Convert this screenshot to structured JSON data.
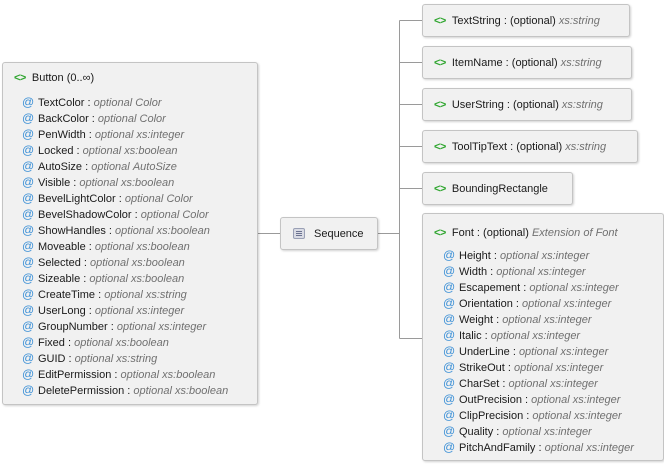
{
  "button": {
    "title": "Button (0..∞)",
    "icon": "element-icon",
    "attributes": [
      {
        "name": "TextColor",
        "occ": "optional",
        "type": "Color"
      },
      {
        "name": "BackColor",
        "occ": "optional",
        "type": "Color"
      },
      {
        "name": "PenWidth",
        "occ": "optional",
        "type": "xs:integer"
      },
      {
        "name": "Locked",
        "occ": "optional",
        "type": "xs:boolean"
      },
      {
        "name": "AutoSize",
        "occ": "optional",
        "type": "AutoSize"
      },
      {
        "name": "Visible",
        "occ": "optional",
        "type": "xs:boolean"
      },
      {
        "name": "BevelLightColor",
        "occ": "optional",
        "type": "Color"
      },
      {
        "name": "BevelShadowColor",
        "occ": "optional",
        "type": "Color"
      },
      {
        "name": "ShowHandles",
        "occ": "optional",
        "type": "xs:boolean"
      },
      {
        "name": "Moveable",
        "occ": "optional",
        "type": "xs:boolean"
      },
      {
        "name": "Selected",
        "occ": "optional",
        "type": "xs:boolean"
      },
      {
        "name": "Sizeable",
        "occ": "optional",
        "type": "xs:boolean"
      },
      {
        "name": "CreateTime",
        "occ": "optional",
        "type": "xs:string"
      },
      {
        "name": "UserLong",
        "occ": "optional",
        "type": "xs:integer"
      },
      {
        "name": "GroupNumber",
        "occ": "optional",
        "type": "xs:integer"
      },
      {
        "name": "Fixed",
        "occ": "optional",
        "type": "xs:boolean"
      },
      {
        "name": "GUID",
        "occ": "optional",
        "type": "xs:string"
      },
      {
        "name": "EditPermission",
        "occ": "optional",
        "type": "xs:boolean"
      },
      {
        "name": "DeletePermission",
        "occ": "optional",
        "type": "xs:boolean"
      }
    ]
  },
  "sequence": {
    "label": "Sequence",
    "icon": "sequence-icon"
  },
  "children": [
    {
      "name": "TextString",
      "occ": "(optional)",
      "type": "xs:string"
    },
    {
      "name": "ItemName",
      "occ": "(optional)",
      "type": "xs:string"
    },
    {
      "name": "UserString",
      "occ": "(optional)",
      "type": "xs:string"
    },
    {
      "name": "ToolTipText",
      "occ": "(optional)",
      "type": "xs:string"
    },
    {
      "name": "BoundingRectangle",
      "occ": "",
      "type": ""
    }
  ],
  "font": {
    "name": "Font",
    "occ": "(optional)",
    "type": "Extension of Font",
    "attributes": [
      {
        "name": "Height",
        "occ": "optional",
        "type": "xs:integer"
      },
      {
        "name": "Width",
        "occ": "optional",
        "type": "xs:integer"
      },
      {
        "name": "Escapement",
        "occ": "optional",
        "type": "xs:integer"
      },
      {
        "name": "Orientation",
        "occ": "optional",
        "type": "xs:integer"
      },
      {
        "name": "Weight",
        "occ": "optional",
        "type": "xs:integer"
      },
      {
        "name": "Italic",
        "occ": "optional",
        "type": "xs:integer"
      },
      {
        "name": "UnderLine",
        "occ": "optional",
        "type": "xs:integer"
      },
      {
        "name": "StrikeOut",
        "occ": "optional",
        "type": "xs:integer"
      },
      {
        "name": "CharSet",
        "occ": "optional",
        "type": "xs:integer"
      },
      {
        "name": "OutPrecision",
        "occ": "optional",
        "type": "xs:integer"
      },
      {
        "name": "ClipPrecision",
        "occ": "optional",
        "type": "xs:integer"
      },
      {
        "name": "Quality",
        "occ": "optional",
        "type": "xs:integer"
      },
      {
        "name": "PitchAndFamily",
        "occ": "optional",
        "type": "xs:integer"
      }
    ]
  },
  "colors": {
    "element_icon": "#2ea52e",
    "attribute_icon": "#3a8fd6",
    "type_text": "#707070",
    "connector": "#9a9a9a"
  }
}
